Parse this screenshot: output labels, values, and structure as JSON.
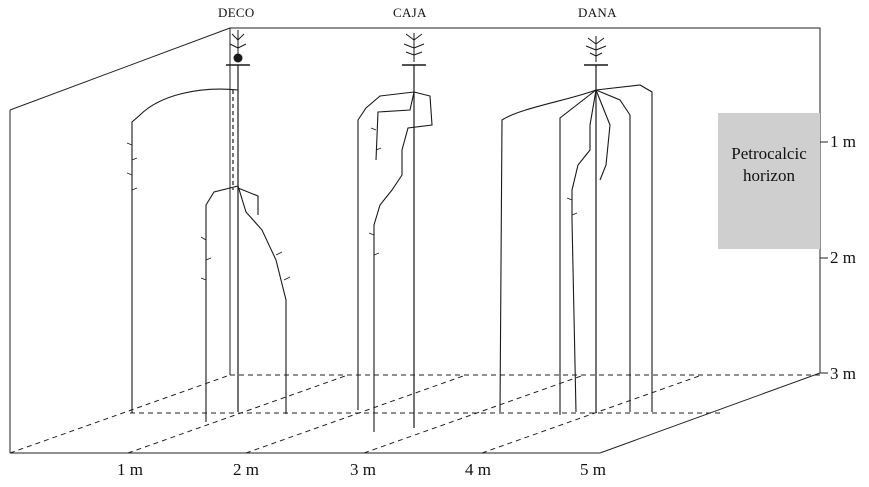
{
  "plants": [
    "DECO",
    "CAJA",
    "DANA"
  ],
  "x_axis_ticks": [
    "1 m",
    "2 m",
    "3 m",
    "4 m",
    "5 m"
  ],
  "depth_ticks": [
    "1 m",
    "2 m",
    "3 m"
  ],
  "petrocalcic": {
    "line1": "Petrocalcic",
    "line2": "horizon"
  }
}
